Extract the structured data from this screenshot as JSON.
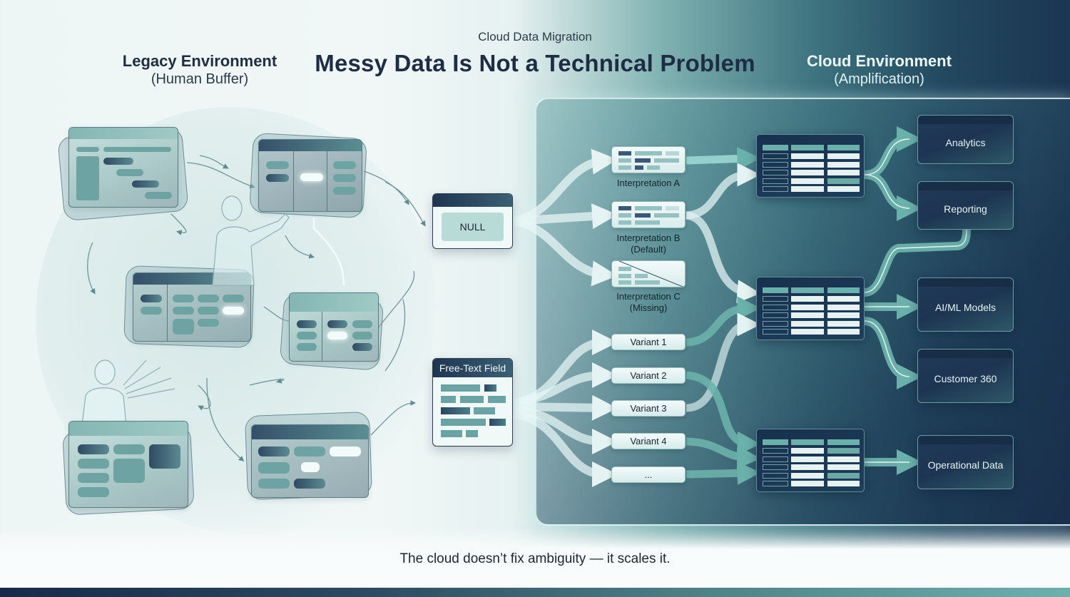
{
  "header": {
    "subtitle": "Cloud Data Migration",
    "title": "Messy Data Is Not a Technical Problem"
  },
  "legacy": {
    "heading": "Legacy Environment",
    "subheading": "(Human Buffer)"
  },
  "cloud": {
    "heading": "Cloud Environment",
    "subheading": "(Amplification)"
  },
  "sources": {
    "null_card": {
      "value": "NULL"
    },
    "free_text_card": {
      "header": "Free-Text Field"
    }
  },
  "interpretations": [
    {
      "label": "Interpretation A",
      "note": ""
    },
    {
      "label": "Interpretation B",
      "note": "(Default)"
    },
    {
      "label": "Interpretation C",
      "note": "(Missing)"
    }
  ],
  "variants": [
    "Variant 1",
    "Variant 2",
    "Variant 3",
    "Variant 4",
    "..."
  ],
  "outputs": [
    "Analytics",
    "Reporting",
    "AI/ML Models",
    "Customer 360",
    "Operational Data"
  ],
  "footer": {
    "tagline": "The cloud doesn’t fix ambiguity — it scales it."
  },
  "colors": {
    "accent_teal": "#6bb1ab",
    "navy": "#1b3552",
    "light_bg": "#eef5f5"
  }
}
